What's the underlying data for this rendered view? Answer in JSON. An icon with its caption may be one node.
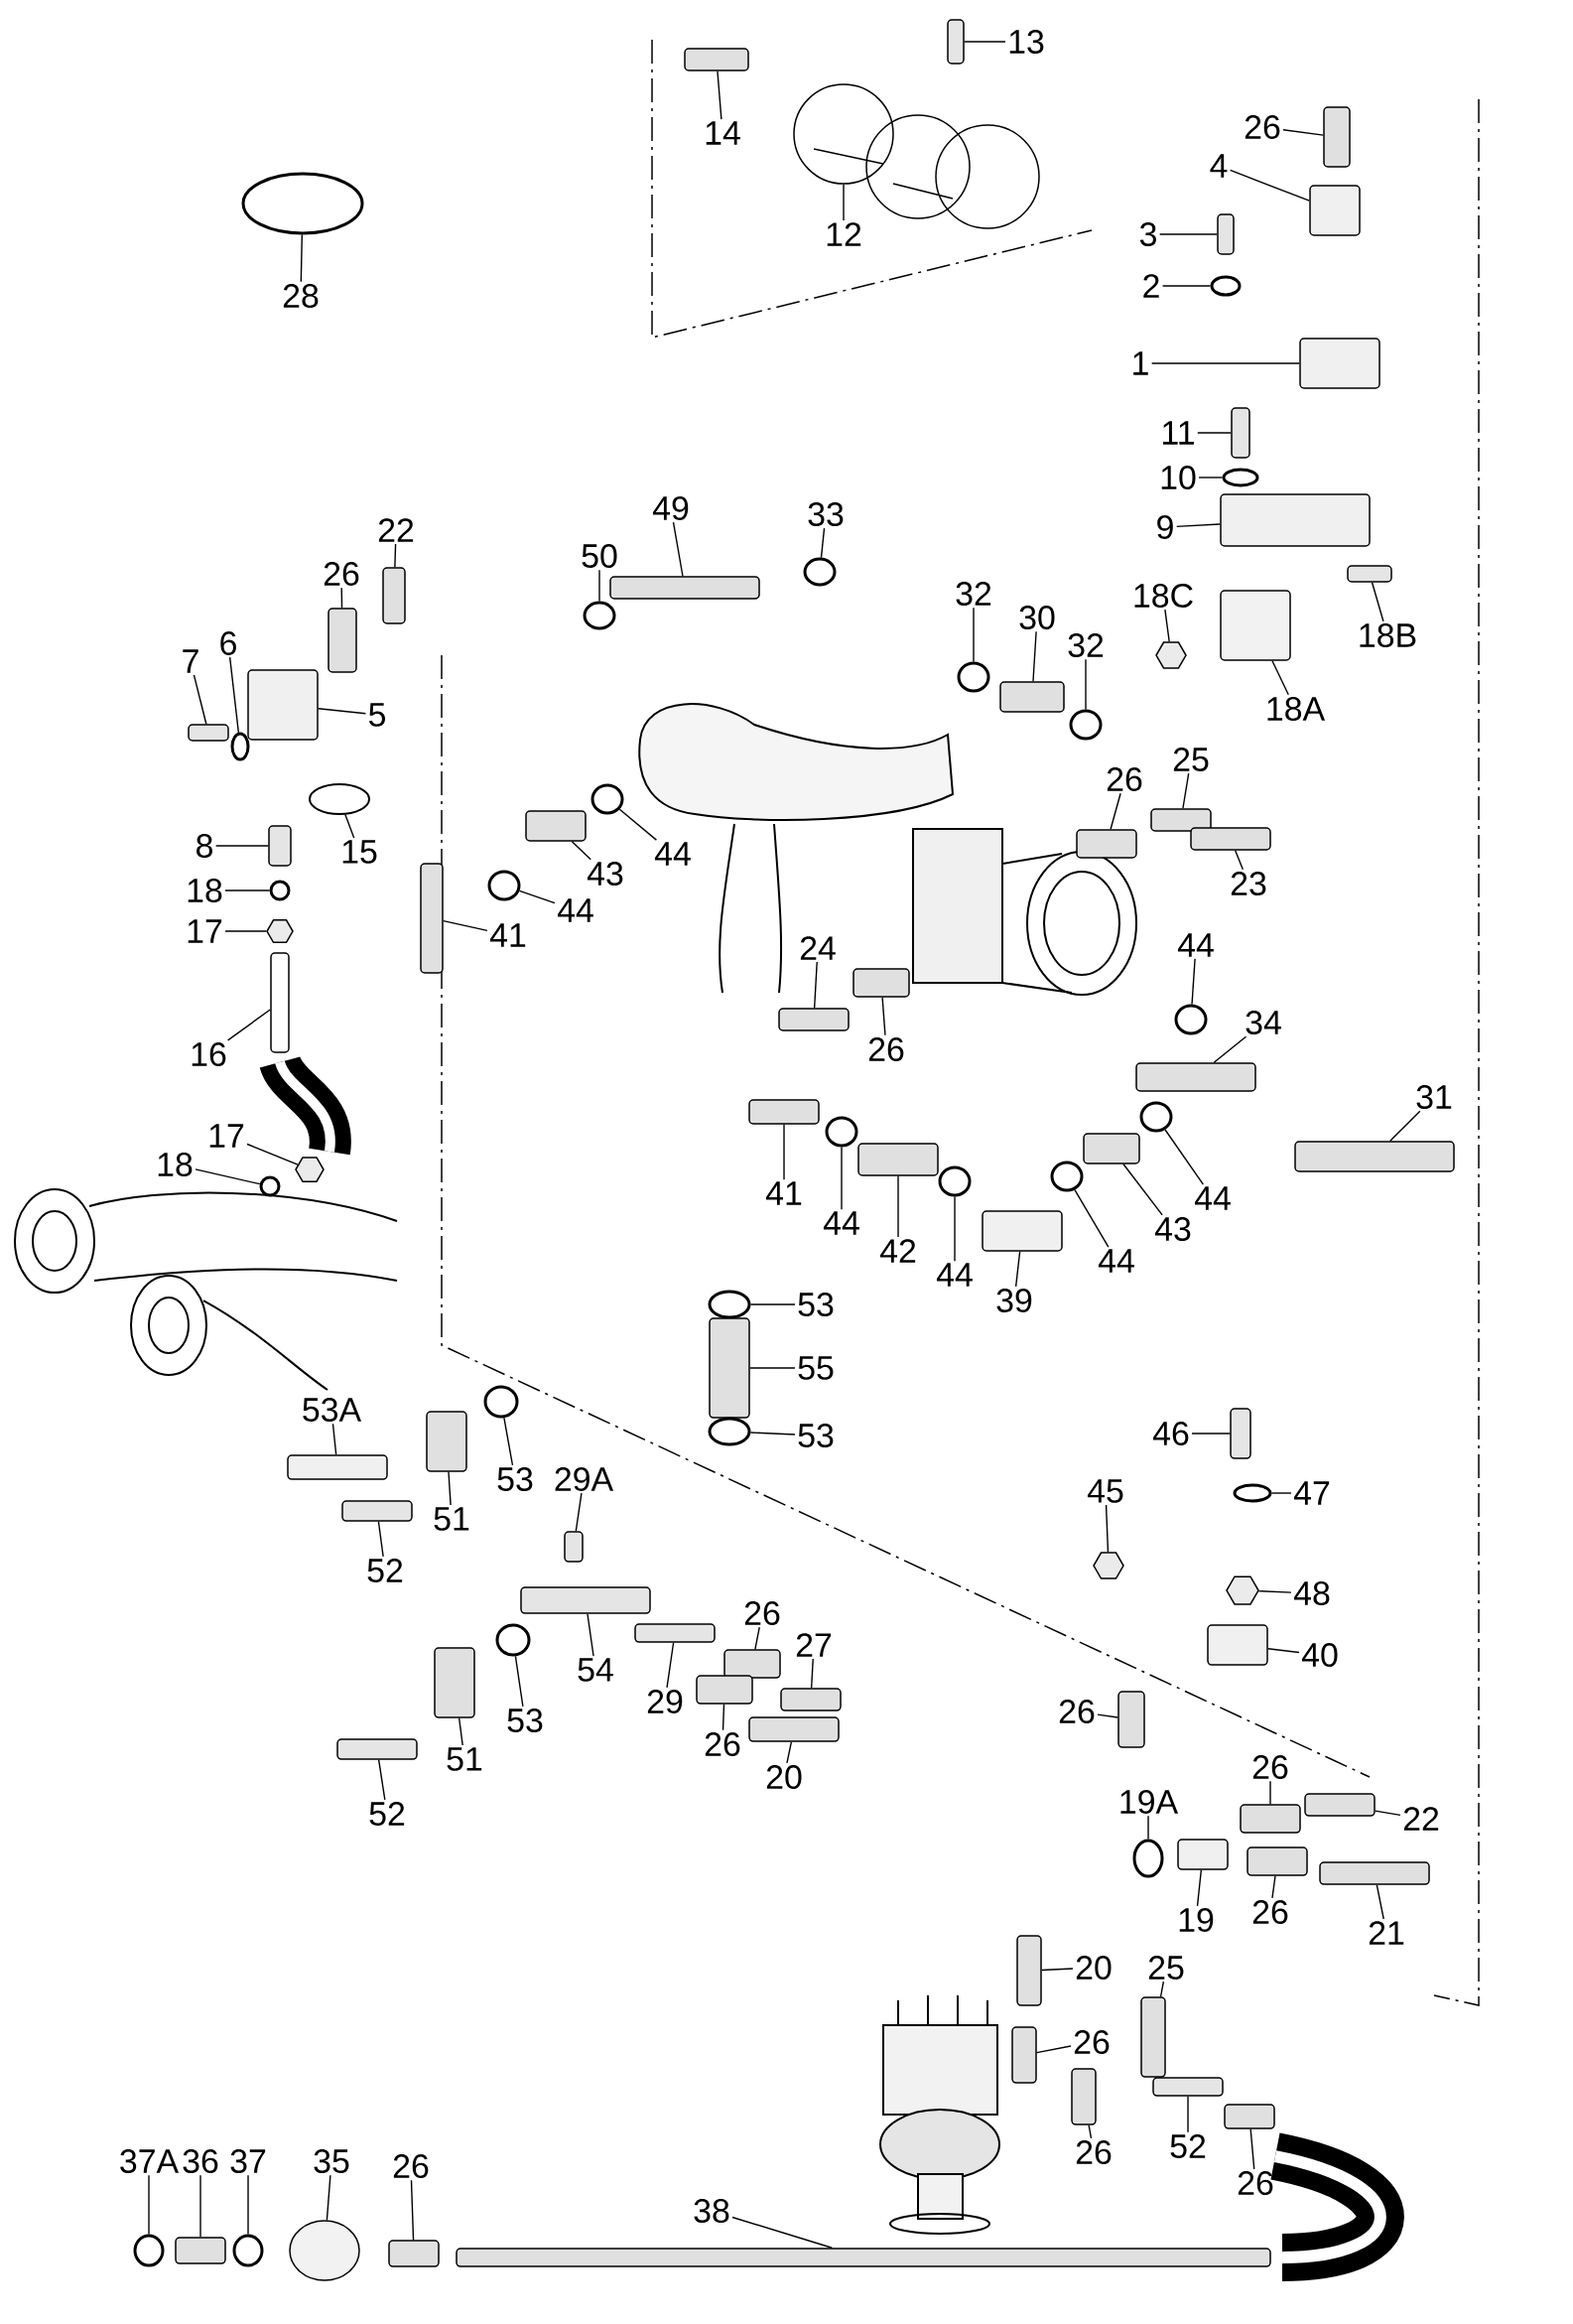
{
  "diagram": {
    "nodes": [
      {
        "text": [
          "13"
        ]
      },
      {
        "text": [],
        "shape": "box"
      },
      {
        "text": [
          "14"
        ]
      },
      {
        "text": [],
        "shape": "box"
      },
      {
        "text": [
          "12"
        ]
      },
      {
        "text": [],
        "shape": "circle"
      },
      {
        "text": [
          "26"
        ]
      },
      {
        "text": [],
        "shape": "box"
      },
      {
        "text": [
          "4"
        ]
      },
      {
        "text": [],
        "shape": "box"
      },
      {
        "text": [
          "3"
        ]
      },
      {
        "text": [],
        "shape": "box"
      },
      {
        "text": [
          "2"
        ]
      },
      {
        "text": [],
        "shape": "circle"
      },
      {
        "text": [
          "1"
        ]
      },
      {
        "text": [],
        "shape": "box"
      },
      {
        "text": [
          "28"
        ]
      },
      {
        "text": [],
        "shape": "circle"
      },
      {
        "text": [
          "11"
        ]
      },
      {
        "text": [],
        "shape": "box"
      },
      {
        "text": [
          "10"
        ]
      },
      {
        "text": [],
        "shape": "circle"
      },
      {
        "text": [
          "9"
        ]
      },
      {
        "text": [],
        "shape": "box"
      },
      {
        "text": [
          "18C"
        ]
      },
      {
        "text": [],
        "shape": "hexagon"
      },
      {
        "text": [
          "18B"
        ]
      },
      {
        "text": [],
        "shape": "box"
      },
      {
        "text": [
          "18A"
        ]
      },
      {
        "text": [],
        "shape": "box"
      },
      {
        "text": [
          "22"
        ]
      },
      {
        "text": [],
        "shape": "box"
      },
      {
        "text": [
          "26"
        ]
      },
      {
        "text": [],
        "shape": "box"
      },
      {
        "text": [
          "7"
        ]
      },
      {
        "text": [],
        "shape": "box"
      },
      {
        "text": [
          "6"
        ]
      },
      {
        "text": [],
        "shape": "circle"
      },
      {
        "text": [
          "5"
        ]
      },
      {
        "text": [],
        "shape": "box"
      },
      {
        "text": [
          "15"
        ]
      },
      {
        "text": [],
        "shape": "circle"
      },
      {
        "text": [
          "8"
        ]
      },
      {
        "text": [],
        "shape": "box"
      },
      {
        "text": [
          "18"
        ]
      },
      {
        "text": [],
        "shape": "circle"
      },
      {
        "text": [
          "17"
        ]
      },
      {
        "text": [],
        "shape": "hexagon"
      },
      {
        "text": [
          "16"
        ]
      },
      {
        "text": [],
        "shape": "box"
      },
      {
        "text": [
          "17"
        ]
      },
      {
        "text": [],
        "shape": "hexagon"
      },
      {
        "text": [
          "18"
        ]
      },
      {
        "text": [],
        "shape": "circle"
      },
      {
        "text": [
          "50"
        ]
      },
      {
        "text": [],
        "shape": "circle"
      },
      {
        "text": [
          "49"
        ]
      },
      {
        "text": [],
        "shape": "box"
      },
      {
        "text": [
          "33"
        ]
      },
      {
        "text": [],
        "shape": "circle"
      },
      {
        "text": [
          "32"
        ]
      },
      {
        "text": [],
        "shape": "circle"
      },
      {
        "text": [
          "30"
        ]
      },
      {
        "text": [],
        "shape": "box"
      },
      {
        "text": [
          "32"
        ]
      },
      {
        "text": [],
        "shape": "circle"
      },
      {
        "text": [
          "26"
        ]
      },
      {
        "text": [],
        "shape": "box"
      },
      {
        "text": [
          "25"
        ]
      },
      {
        "text": [],
        "shape": "box"
      },
      {
        "text": [
          "23"
        ]
      },
      {
        "text": [],
        "shape": "box"
      },
      {
        "text": [
          "43"
        ]
      },
      {
        "text": [],
        "shape": "box"
      },
      {
        "text": [
          "44"
        ]
      },
      {
        "text": [],
        "shape": "circle"
      },
      {
        "text": [
          "44"
        ]
      },
      {
        "text": [],
        "shape": "circle"
      },
      {
        "text": [
          "41"
        ]
      },
      {
        "text": [],
        "shape": "box"
      },
      {
        "text": [
          "24"
        ]
      },
      {
        "text": [],
        "shape": "box"
      },
      {
        "text": [
          "26"
        ]
      },
      {
        "text": [],
        "shape": "box"
      },
      {
        "text": [
          "44"
        ]
      },
      {
        "text": [],
        "shape": "circle"
      },
      {
        "text": [
          "34"
        ]
      },
      {
        "text": [],
        "shape": "box"
      },
      {
        "text": [
          "31"
        ]
      },
      {
        "text": [],
        "shape": "box"
      },
      {
        "text": [
          "41"
        ]
      },
      {
        "text": [],
        "shape": "box"
      },
      {
        "text": [
          "44"
        ]
      },
      {
        "text": [],
        "shape": "circle"
      },
      {
        "text": [
          "42"
        ]
      },
      {
        "text": [],
        "shape": "box"
      },
      {
        "text": [
          "44"
        ]
      },
      {
        "text": [],
        "shape": "circle"
      },
      {
        "text": [
          "39"
        ]
      },
      {
        "text": [],
        "shape": "box"
      },
      {
        "text": [
          "44"
        ]
      },
      {
        "text": [],
        "shape": "circle"
      },
      {
        "text": [
          "43"
        ]
      },
      {
        "text": [],
        "shape": "box"
      },
      {
        "text": [
          "44"
        ]
      },
      {
        "text": [],
        "shape": "circle"
      },
      {
        "text": [
          "53"
        ]
      },
      {
        "text": [],
        "shape": "circle"
      },
      {
        "text": [
          "55"
        ]
      },
      {
        "text": [],
        "shape": "box"
      },
      {
        "text": [
          "53"
        ]
      },
      {
        "text": [],
        "shape": "circle"
      },
      {
        "text": [
          "53A"
        ]
      },
      {
        "text": [],
        "shape": "box"
      },
      {
        "text": [
          "51"
        ]
      },
      {
        "text": [],
        "shape": "box"
      },
      {
        "text": [
          "52"
        ]
      },
      {
        "text": [],
        "shape": "box"
      },
      {
        "text": [
          "53"
        ]
      },
      {
        "text": [],
        "shape": "circle"
      },
      {
        "text": [
          "29A"
        ]
      },
      {
        "text": [],
        "shape": "box"
      },
      {
        "text": [
          "54"
        ]
      },
      {
        "text": [],
        "shape": "box"
      },
      {
        "text": [
          "29"
        ]
      },
      {
        "text": [],
        "shape": "box"
      },
      {
        "text": [
          "26"
        ]
      },
      {
        "text": [],
        "shape": "box"
      },
      {
        "text": [
          "27"
        ]
      },
      {
        "text": [],
        "shape": "box"
      },
      {
        "text": [
          "26"
        ]
      },
      {
        "text": [],
        "shape": "box"
      },
      {
        "text": [
          "20"
        ]
      },
      {
        "text": [],
        "shape": "box"
      },
      {
        "text": [
          "51"
        ]
      },
      {
        "text": [],
        "shape": "box"
      },
      {
        "text": [
          "53"
        ]
      },
      {
        "text": [],
        "shape": "circle"
      },
      {
        "text": [
          "52"
        ]
      },
      {
        "text": [],
        "shape": "box"
      },
      {
        "text": [
          "46"
        ]
      },
      {
        "text": [],
        "shape": "box"
      },
      {
        "text": [
          "47"
        ]
      },
      {
        "text": [],
        "shape": "circle"
      },
      {
        "text": [
          "45"
        ]
      },
      {
        "text": [],
        "shape": "hexagon"
      },
      {
        "text": [
          "48"
        ]
      },
      {
        "text": [],
        "shape": "hexagon"
      },
      {
        "text": [
          "40"
        ]
      },
      {
        "text": [],
        "shape": "box"
      },
      {
        "text": [
          "26"
        ]
      },
      {
        "text": [],
        "shape": "box"
      },
      {
        "text": [
          "19A"
        ]
      },
      {
        "text": [],
        "shape": "circle"
      },
      {
        "text": [
          "19"
        ]
      },
      {
        "text": [],
        "shape": "box"
      },
      {
        "text": [
          "26"
        ]
      },
      {
        "text": [],
        "shape": "box"
      },
      {
        "text": [
          "22"
        ]
      },
      {
        "text": [],
        "shape": "box"
      },
      {
        "text": [
          "26"
        ]
      },
      {
        "text": [],
        "shape": "box"
      },
      {
        "text": [
          "21"
        ]
      },
      {
        "text": [],
        "shape": "box"
      },
      {
        "text": [
          "20"
        ]
      },
      {
        "text": [],
        "shape": "box"
      },
      {
        "text": [
          "25"
        ]
      },
      {
        "text": [],
        "shape": "box"
      },
      {
        "text": [
          "26"
        ]
      },
      {
        "text": [],
        "shape": "box"
      },
      {
        "text": [
          "26"
        ]
      },
      {
        "text": [],
        "shape": "box"
      },
      {
        "text": [
          "52"
        ]
      },
      {
        "text": [],
        "shape": "box"
      },
      {
        "text": [
          "26"
        ]
      },
      {
        "text": [],
        "shape": "box"
      },
      {
        "text": [
          "37A"
        ]
      },
      {
        "text": [],
        "shape": "circle"
      },
      {
        "text": [
          "36"
        ]
      },
      {
        "text": [],
        "shape": "box"
      },
      {
        "text": [
          "37"
        ]
      },
      {
        "text": [],
        "shape": "circle"
      },
      {
        "text": [
          "35"
        ]
      },
      {
        "text": [],
        "shape": "circle"
      },
      {
        "text": [
          "26"
        ]
      },
      {
        "text": [],
        "shape": "box"
      },
      {
        "text": [
          "38"
        ]
      },
      {
        "text": [],
        "shape": "box"
      }
    ],
    "edges": [
      {
        "from": 0,
        "to": 1,
        "arrow": "none"
      },
      {
        "from": 2,
        "to": 3,
        "arrow": "none"
      },
      {
        "from": 4,
        "to": 5,
        "arrow": "none"
      },
      {
        "from": 6,
        "to": 7,
        "arrow": "none"
      },
      {
        "from": 8,
        "to": 9,
        "arrow": "none"
      },
      {
        "from": 10,
        "to": 11,
        "arrow": "none"
      },
      {
        "from": 12,
        "to": 13,
        "arrow": "none"
      },
      {
        "from": 14,
        "to": 15,
        "arrow": "none"
      },
      {
        "from": 16,
        "to": 17,
        "arrow": "none"
      },
      {
        "from": 18,
        "to": 19,
        "arrow": "none"
      },
      {
        "from": 20,
        "to": 21,
        "arrow": "none"
      },
      {
        "from": 22,
        "to": 23,
        "arrow": "none"
      },
      {
        "from": 24,
        "to": 25,
        "arrow": "none"
      },
      {
        "from": 26,
        "to": 27,
        "arrow": "none"
      },
      {
        "from": 28,
        "to": 29,
        "arrow": "none"
      },
      {
        "from": 30,
        "to": 31,
        "arrow": "none"
      },
      {
        "from": 32,
        "to": 33,
        "arrow": "none"
      },
      {
        "from": 34,
        "to": 35,
        "arrow": "none"
      },
      {
        "from": 36,
        "to": 37,
        "arrow": "none"
      },
      {
        "from": 38,
        "to": 39,
        "arrow": "none"
      },
      {
        "from": 40,
        "to": 41,
        "arrow": "none"
      },
      {
        "from": 42,
        "to": 43,
        "arrow": "none"
      },
      {
        "from": 44,
        "to": 45,
        "arrow": "none"
      },
      {
        "from": 46,
        "to": 47,
        "arrow": "none"
      },
      {
        "from": 48,
        "to": 49,
        "arrow": "none"
      },
      {
        "from": 50,
        "to": 51,
        "arrow": "none"
      },
      {
        "from": 52,
        "to": 53,
        "arrow": "none"
      },
      {
        "from": 54,
        "to": 55,
        "arrow": "none"
      },
      {
        "from": 56,
        "to": 57,
        "arrow": "none"
      },
      {
        "from": 58,
        "to": 59,
        "arrow": "none"
      },
      {
        "from": 60,
        "to": 61,
        "arrow": "none"
      },
      {
        "from": 62,
        "to": 63,
        "arrow": "none"
      },
      {
        "from": 64,
        "to": 65,
        "arrow": "none"
      },
      {
        "from": 66,
        "to": 67,
        "arrow": "none"
      },
      {
        "from": 68,
        "to": 69,
        "arrow": "none"
      },
      {
        "from": 70,
        "to": 71,
        "arrow": "none"
      },
      {
        "from": 72,
        "to": 73,
        "arrow": "none"
      },
      {
        "from": 74,
        "to": 75,
        "arrow": "none"
      },
      {
        "from": 76,
        "to": 77,
        "arrow": "none"
      },
      {
        "from": 78,
        "to": 79,
        "arrow": "none"
      },
      {
        "from": 80,
        "to": 81,
        "arrow": "none"
      },
      {
        "from": 82,
        "to": 83,
        "arrow": "none"
      },
      {
        "from": 84,
        "to": 85,
        "arrow": "none"
      },
      {
        "from": 86,
        "to": 87,
        "arrow": "none"
      },
      {
        "from": 88,
        "to": 89,
        "arrow": "none"
      },
      {
        "from": 90,
        "to": 91,
        "arrow": "none"
      },
      {
        "from": 92,
        "to": 93,
        "arrow": "none"
      },
      {
        "from": 94,
        "to": 95,
        "arrow": "none"
      },
      {
        "from": 96,
        "to": 97,
        "arrow": "none"
      },
      {
        "from": 98,
        "to": 99,
        "arrow": "none"
      },
      {
        "from": 100,
        "to": 101,
        "arrow": "none"
      },
      {
        "from": 102,
        "to": 103,
        "arrow": "none"
      },
      {
        "from": 104,
        "to": 105,
        "arrow": "none"
      },
      {
        "from": 106,
        "to": 107,
        "arrow": "none"
      },
      {
        "from": 108,
        "to": 109,
        "arrow": "none"
      },
      {
        "from": 110,
        "to": 111,
        "arrow": "none"
      },
      {
        "from": 112,
        "to": 113,
        "arrow": "none"
      },
      {
        "from": 114,
        "to": 115,
        "arrow": "none"
      },
      {
        "from": 116,
        "to": 117,
        "arrow": "none"
      },
      {
        "from": 118,
        "to": 119,
        "arrow": "none"
      },
      {
        "from": 120,
        "to": 121,
        "arrow": "none"
      },
      {
        "from": 122,
        "to": 123,
        "arrow": "none"
      },
      {
        "from": 124,
        "to": 125,
        "arrow": "none"
      },
      {
        "from": 126,
        "to": 127,
        "arrow": "none"
      },
      {
        "from": 128,
        "to": 129,
        "arrow": "none"
      },
      {
        "from": 130,
        "to": 131,
        "arrow": "none"
      },
      {
        "from": 132,
        "to": 133,
        "arrow": "none"
      },
      {
        "from": 134,
        "to": 135,
        "arrow": "none"
      },
      {
        "from": 136,
        "to": 137,
        "arrow": "none"
      },
      {
        "from": 138,
        "to": 139,
        "arrow": "none"
      },
      {
        "from": 140,
        "to": 141,
        "arrow": "none"
      },
      {
        "from": 142,
        "to": 143,
        "arrow": "none"
      },
      {
        "from": 144,
        "to": 145,
        "arrow": "none"
      },
      {
        "from": 146,
        "to": 147,
        "arrow": "none"
      },
      {
        "from": 148,
        "to": 149,
        "arrow": "none"
      },
      {
        "from": 150,
        "to": 151,
        "arrow": "none"
      },
      {
        "from": 152,
        "to": 153,
        "arrow": "none"
      },
      {
        "from": 154,
        "to": 155,
        "arrow": "none"
      },
      {
        "from": 156,
        "to": 157,
        "arrow": "none"
      },
      {
        "from": 158,
        "to": 159,
        "arrow": "none"
      },
      {
        "from": 160,
        "to": 161,
        "arrow": "none"
      },
      {
        "from": 162,
        "to": 163,
        "arrow": "none"
      },
      {
        "from": 164,
        "to": 165,
        "arrow": "none"
      },
      {
        "from": 166,
        "to": 167,
        "arrow": "none"
      },
      {
        "from": 168,
        "to": 169,
        "arrow": "none"
      },
      {
        "from": 170,
        "to": 171,
        "arrow": "none"
      },
      {
        "from": 172,
        "to": 173,
        "arrow": "none"
      },
      {
        "from": 174,
        "to": 175,
        "arrow": "none"
      },
      {
        "from": 176,
        "to": 177,
        "arrow": "none"
      },
      {
        "from": 178,
        "to": 179,
        "arrow": "none"
      },
      {
        "from": 180,
        "to": 181,
        "arrow": "none"
      },
      {
        "from": 182,
        "to": 183,
        "arrow": "none"
      },
      {
        "from": 184,
        "to": 185,
        "arrow": "none"
      },
      {
        "from": 186,
        "to": 187,
        "arrow": "none"
      }
    ]
  }
}
